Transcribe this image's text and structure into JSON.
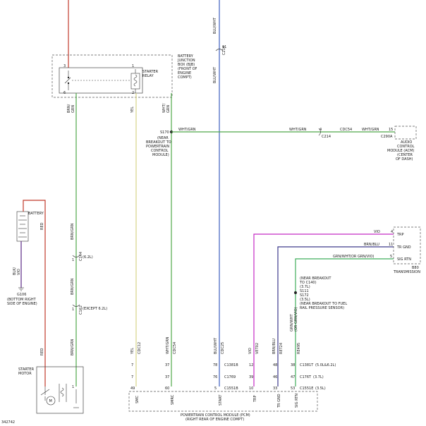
{
  "colors": {
    "red": "#c0392b",
    "yel_wht": "#d7d48a",
    "wht_grn": "#4fa84a",
    "brn_grn": "#4fa84a",
    "blu_wht": "#3c5fbf",
    "vio": "#c42ac4",
    "brn_blu": "#3d3a8c",
    "grn_wht": "#3fae5a",
    "blk_vio": "#5b2a86"
  },
  "labels": {
    "battery_jb": [
      "BATTERY",
      "JUNCTION",
      "BOX (BJB)",
      "(FRONT OF",
      "ENGINE",
      "COMPT)"
    ],
    "starter_relay": [
      "STARTER",
      "RELAY"
    ],
    "pin_3": "3",
    "pin_1": "1",
    "pin_6": "6",
    "pin_2": "2",
    "c214_top": "C214",
    "pin_11_top": "11",
    "blu_wht_top": "BLU/WHT",
    "blu_wht_mid": "BLU/WHT",
    "brn_grn_1": "BRN/",
    "brn_grn_2": "GRN",
    "yel": "YEL",
    "wht_grn_1": "WHT/",
    "wht_grn_2": "GRN",
    "s170": "S170",
    "s170_desc": [
      "(NEAR",
      "BREAKOUT TO",
      "POWERTRAIN",
      "CONTROL",
      "MODULE)"
    ],
    "wht_grn_h1": "WHT/GRN",
    "wht_grn_h2": "WHT/GRN",
    "wht_grn_h3": "WHT/GRN",
    "c214_mid": "C214",
    "pin_4": "4",
    "cdc54_h": "CDC54",
    "pin_15": "15",
    "c290a": "C290A",
    "acm": [
      "AUDIO",
      "CONTROL",
      "MODULE (ACM)",
      "(CENTER",
      "OF DASH)"
    ],
    "battery": "BATTERY",
    "red_v": "RED",
    "blk_vio_1": "BLK/",
    "blk_vio_2": "VIO",
    "g106": "G106",
    "g106_desc": [
      "(BOTTOM RIGHT",
      "SIDE OF ENGINE)"
    ],
    "brn_grn_v1": "BRN/GRN",
    "pin_1_c144": "1",
    "c144": "C144",
    "c144_note": "(6.2L)",
    "brn_grn_v2": "BRN/GRN",
    "pin_1_c162": "1",
    "c162": "C162",
    "c162_note": "(EXCEPT 6.2L)",
    "brn_grn_v3": "BRN/GRN",
    "red_low": "RED",
    "starter_motor": [
      "STARTER",
      "MOTOR"
    ],
    "motor_m": "M",
    "motor_pin1": "1",
    "vio_h": "VIO",
    "pin_trp4": "4",
    "trp": "TRP",
    "brn_blu_h": "BRN/BLU",
    "pin_11": "11",
    "tr_gnd": "TR GND",
    "grn_wht_h": "GRN/WHT",
    "or_grn_vio": "(OR GRN/VIO)",
    "pin_5": "5",
    "sig_rtn": "SIG RTN",
    "b80": "B80",
    "transmission": "TRANSMISSION",
    "s172_block": [
      "(NEAR BREAKOUT",
      "TO C140)",
      "(3.7L)",
      "S111",
      "S172",
      "(3.5L)",
      "(NEAR BREAKOUT TO FUEL",
      "RAIL PRESSURE SENSOR)"
    ],
    "pcm_wires": {
      "yel": "YEL",
      "cdc12": "CDC12",
      "wht_grn": "WHT/GRN",
      "cdc54": "CDC54",
      "blu_wht": "BLU/WHT",
      "cdc25": "CDC25",
      "vio": "VIO",
      "vet02": "VET02",
      "brn_blu": "BRN/BLU",
      "ret24": "RET24",
      "grn_wht": "GRN/WHT",
      "or_grn_vio": "(OR GRN/VIO)",
      "re495": "RE495"
    },
    "pins_row1": [
      "7",
      "37",
      "78",
      "12",
      "48",
      "38"
    ],
    "pins_row2": [
      "7",
      "37",
      "76",
      "39",
      "46",
      "47"
    ],
    "pins_row3": [
      "49",
      "60",
      "5",
      "10",
      "33",
      "53"
    ],
    "c1381b": "C1381B",
    "c1381t": "C1381T",
    "c1381t_note": "(5.0L&6.2L)",
    "c1769": "C1769",
    "c176t": "C176T",
    "c176t_note": "(3.7L)",
    "c1551b": "C1551B",
    "c1551e": "C1551E",
    "c1551e_note": "(3.5L)",
    "pcm_pins": [
      "SMC",
      "SMRC",
      "START",
      "TRP",
      "TR GND",
      "SIG RTN"
    ],
    "pcm_title": "POWERTRAIN CONTROL MODULE (PCM)",
    "pcm_sub": "(RIGHT REAR OF ENGINE COMPT)",
    "fig_id": "342742"
  }
}
